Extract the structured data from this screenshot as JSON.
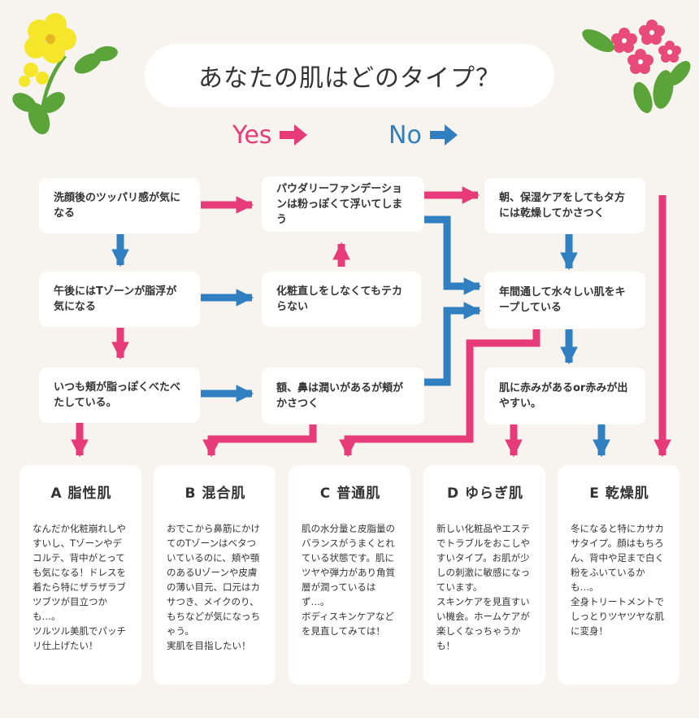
{
  "title": "あなたの肌はどのタイプ？",
  "legend": {
    "yes": "Yes",
    "no": "No"
  },
  "colors": {
    "yes": "#e63b78",
    "no": "#2f7fc1",
    "background": "#f7f4ef",
    "flower_yellow": "#f5e62a",
    "flower_pink": "#e84a7a",
    "leaf": "#5aa43a"
  },
  "questions": {
    "q1": "洗顔後のツッパリ感が気になる",
    "q2": "午後にはTゾーンが脂浮が気になる",
    "q3": "いつも頬が脂っぽくべたべたしている。",
    "q4": "パウダリーファンデーションは粉っぽくて浮いてしまう",
    "q5": "化粧直しをしなくてもテカらない",
    "q6": "額、鼻は潤いがあるが頬がかさつく",
    "q7": "朝、保湿ケアをしてもタ方には乾燥してかさつく",
    "q8": "年間通して水々しい肌をキープしている",
    "q9": "肌に赤みがあるor赤みが出やすい。"
  },
  "results": [
    {
      "title": "A 脂性肌",
      "body": "なんだか化粧崩れしやすいし、Tゾーンやデコルテ、背中がとっても気になる！ドレスを着たら特にザラザラブツブツが目立つかも…。\nツルツル美肌でパッチリ仕上げたい！"
    },
    {
      "title": "B 混合肌",
      "body": "おでこから鼻筋にかけてのTゾーンはベタついているのに、頬や顎のあるUゾーンや皮膚の薄い目元、口元はカサつき、メイクのり、もちなどが気になっちゃう。\n実肌を目指したい！"
    },
    {
      "title": "C 普通肌",
      "body": "肌の水分量と皮脂量のバランスがうまくとれている状態です。肌にツヤや弾力があり角質層が潤っているはず…。\nボディスキンケアなどを見直してみては！"
    },
    {
      "title": "D ゆらぎ肌",
      "body": "新しい化粧品やエステでトラブルをおこしやすいタイプ。お肌が少しの刺激に敏感になっています。\nスキンケアを見直すいい機会。ホームケアが楽しくなっちゃうかも！"
    },
    {
      "title": "E 乾燥肌",
      "body": "冬になると特にカサカサタイプ。顔はもちろん、背中や足まで白く粉をふいているかも…。\n全身トリートメントでしっとりツヤツヤな肌に変身！"
    }
  ]
}
